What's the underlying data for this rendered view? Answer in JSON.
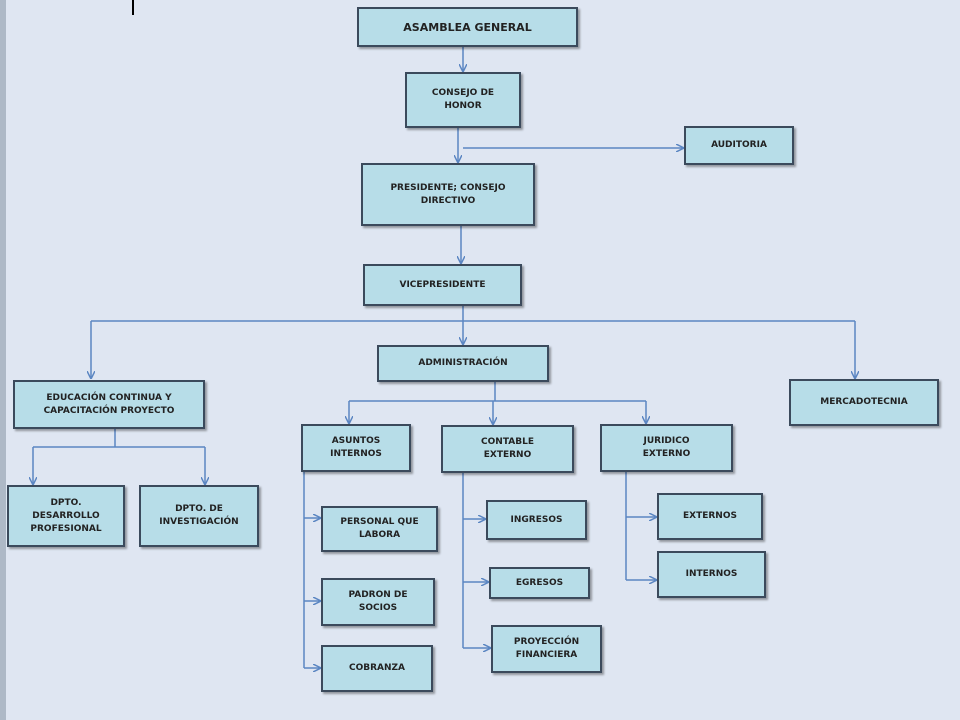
{
  "org_chart": {
    "nodes": {
      "asamblea": "ASAMBLEA  GENERAL",
      "consejo_honor": "CONSEJO  DE\nHONOR",
      "auditoria": "AUDITORIA",
      "presidente": "PRESIDENTE;  CONSEJO\nDIRECTIVO",
      "vicepresidente": "VICEPRESIDENTE",
      "administracion": "ADMINISTRACIÓN",
      "educacion": "EDUCACIÓN  CONTINUA  Y\nCAPACITACIÓN  PROYECTO",
      "mercadotecnia": "MERCADOTECNIA",
      "dpto_desarrollo": "DPTO.\nDESARROLLO\nPROFESIONAL",
      "dpto_investigacion": "DPTO.  DE\nINVESTIGACIÓN",
      "asuntos_internos": "ASUNTOS\nINTERNOS",
      "contable_externo": "CONTABLE\nEXTERNO",
      "juridico_externo": "JURIDICO\nEXTERNO",
      "personal_labora": "PERSONAL  QUE\nLABORA",
      "padron_socios": "PADRON  DE\nSOCIOS",
      "cobranza": "COBRANZA",
      "ingresos": "INGRESOS",
      "egresos": "EGRESOS",
      "proyeccion_financiera": "PROYECCIÓN\nFINANCIERA",
      "externos": "EXTERNOS",
      "internos": "INTERNOS"
    },
    "colors": {
      "box_fill": "#b7dde8",
      "box_border": "#3b4a5c",
      "connector": "#5b86c2",
      "background": "#dfe6f2"
    }
  }
}
